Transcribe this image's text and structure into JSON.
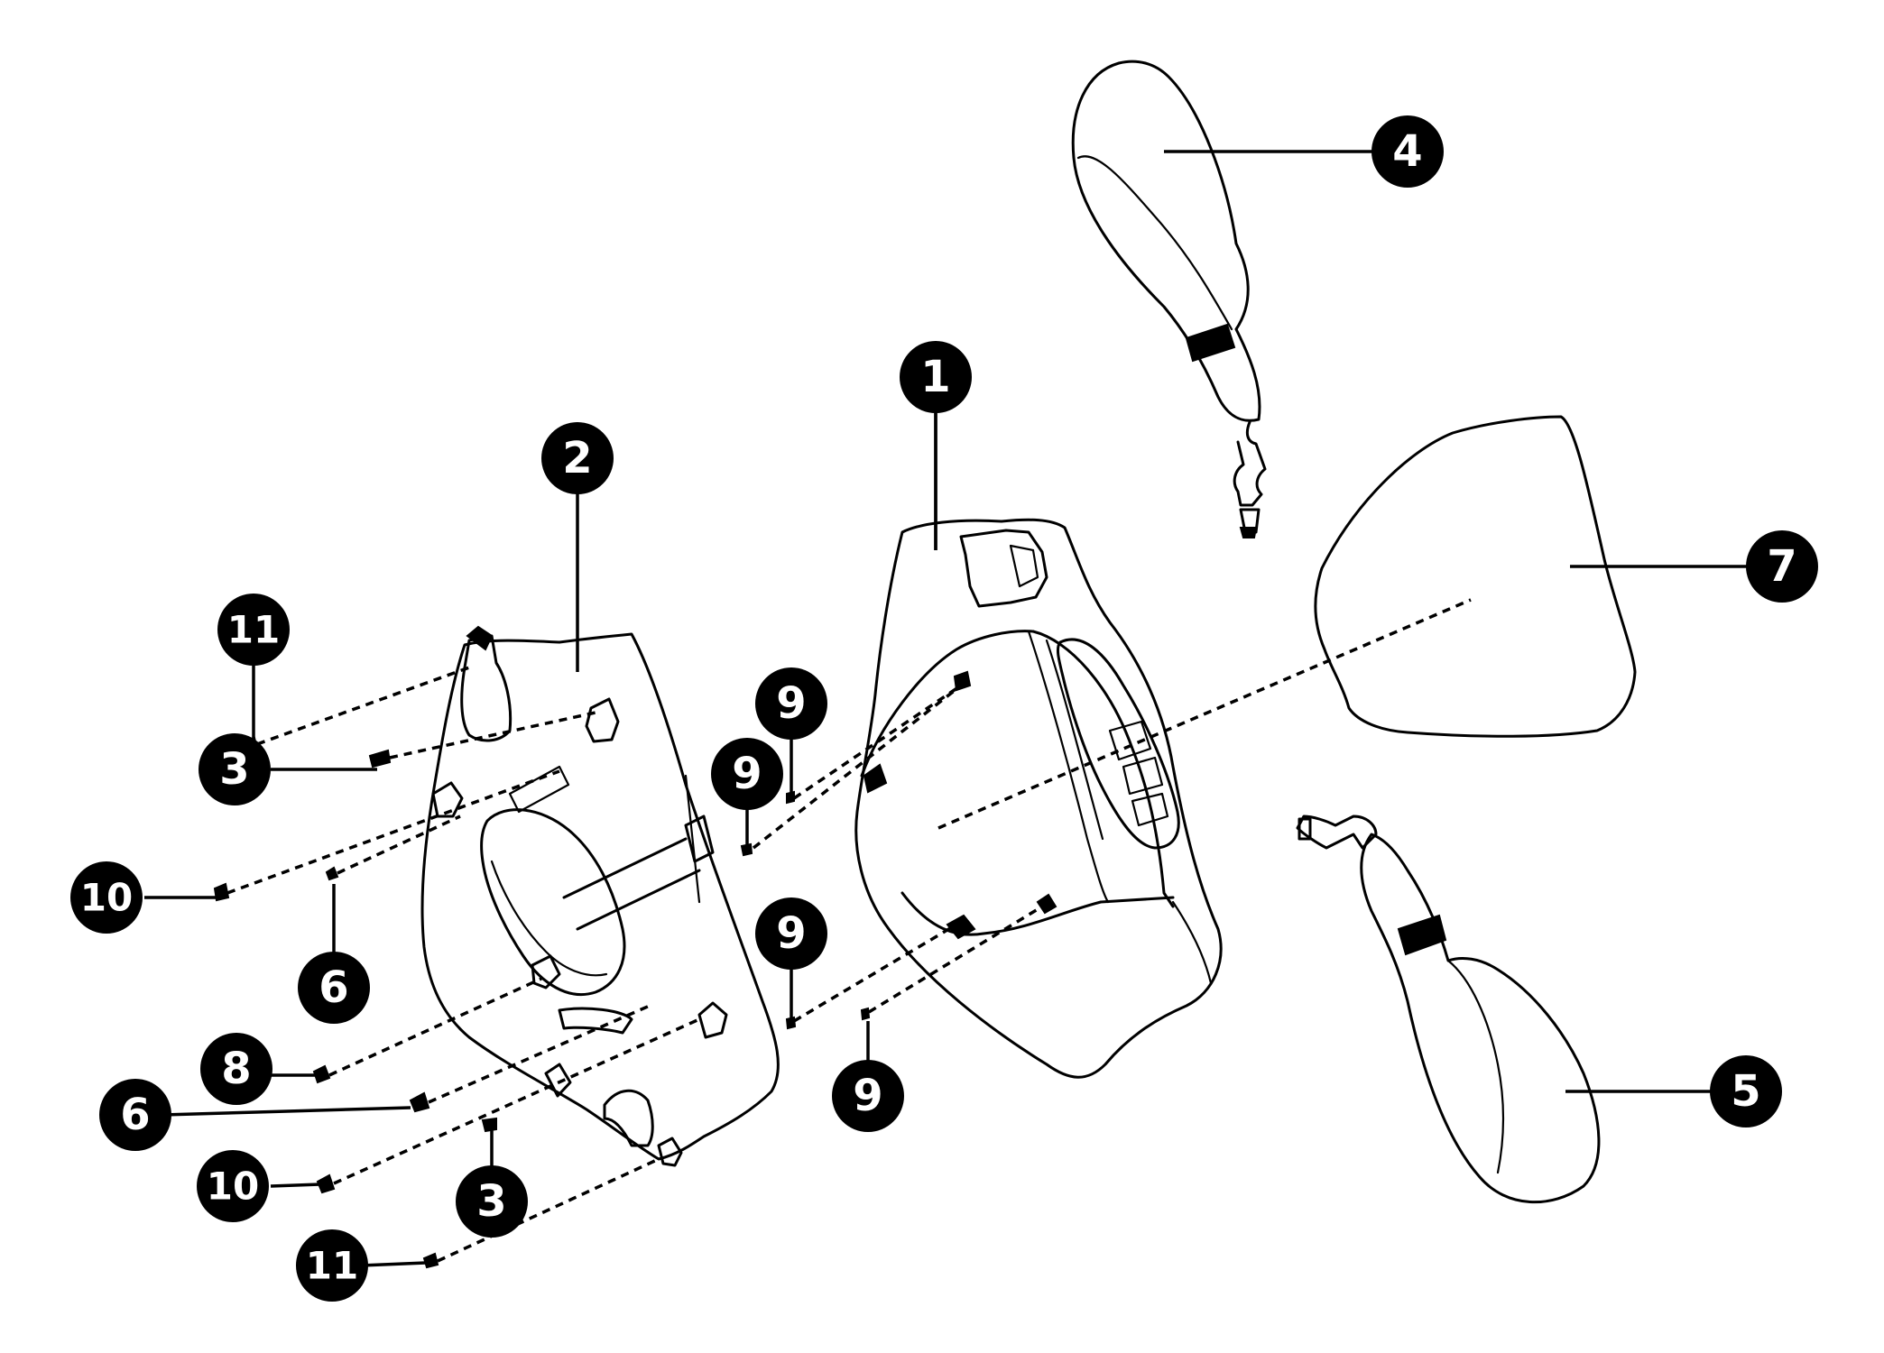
{
  "callouts": [
    {
      "id": "c1",
      "label": "1"
    },
    {
      "id": "c2",
      "label": "2"
    },
    {
      "id": "c3a",
      "label": "3"
    },
    {
      "id": "c3b",
      "label": "3"
    },
    {
      "id": "c4",
      "label": "4"
    },
    {
      "id": "c5",
      "label": "5"
    },
    {
      "id": "c6a",
      "label": "6"
    },
    {
      "id": "c6b",
      "label": "6"
    },
    {
      "id": "c7",
      "label": "7"
    },
    {
      "id": "c8",
      "label": "8"
    },
    {
      "id": "c9a",
      "label": "9"
    },
    {
      "id": "c9b",
      "label": "9"
    },
    {
      "id": "c9c",
      "label": "9"
    },
    {
      "id": "c9d",
      "label": "9"
    },
    {
      "id": "c10a",
      "label": "10"
    },
    {
      "id": "c10b",
      "label": "10"
    },
    {
      "id": "c11a",
      "label": "11"
    },
    {
      "id": "c11b",
      "label": "11"
    }
  ]
}
